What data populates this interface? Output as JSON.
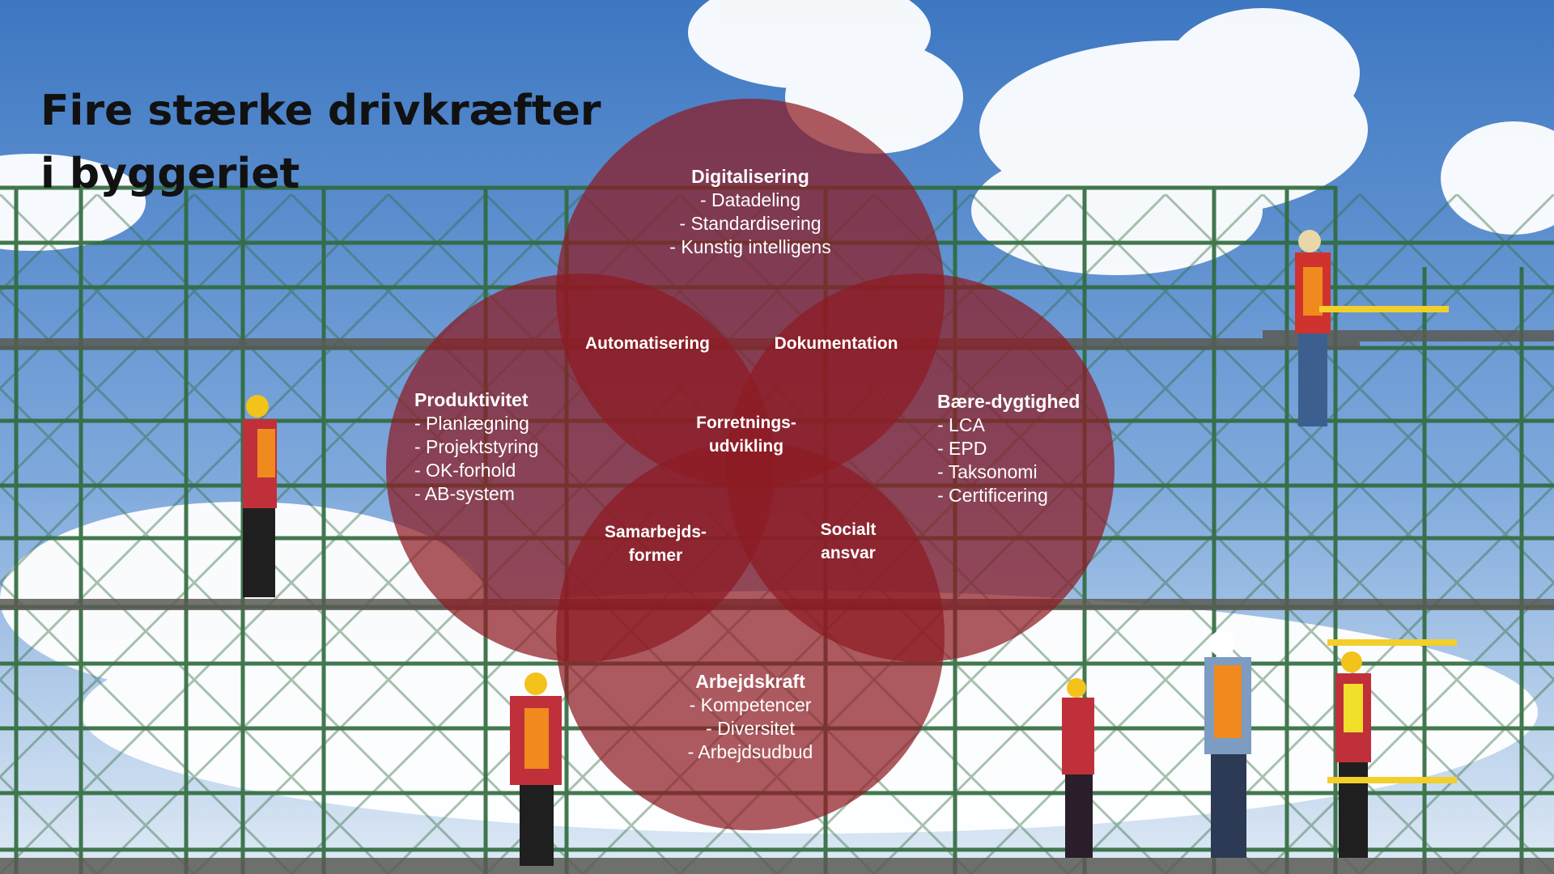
{
  "slide": {
    "title": "Fire stærke drivkræfter i byggeriet"
  },
  "colors": {
    "circle_fill": "#8e1b22",
    "sky_top": "#3d77c2",
    "sky_bottom": "#cfe1f3",
    "scaffold": "#2f6a3c"
  },
  "diagram": {
    "digitalisering": {
      "title": "Digitalisering",
      "items": [
        "- Datadeling",
        "- Standardisering",
        "- Kunstig intelligens"
      ]
    },
    "produktivitet": {
      "title": "Produktivitet",
      "items": [
        "- Planlægning",
        "- Projektstyring",
        "- OK-forhold",
        "- AB-system"
      ]
    },
    "baeredygtighed": {
      "title": "Bære-dygtighed",
      "items": [
        "- LCA",
        "- EPD",
        "- Taksonomi",
        "- Certificering"
      ]
    },
    "arbejdskraft": {
      "title": "Arbejdskraft",
      "items": [
        "- Kompetencer",
        "- Diversitet",
        "- Arbejdsudbud"
      ]
    },
    "overlaps": {
      "automatisering": "Automatisering",
      "dokumentation": "Dokumentation",
      "forretning_1": "Forretnings-",
      "forretning_2": "udvikling",
      "samarbejd_1": "Samarbejds-",
      "samarbejd_2": "former",
      "socialt_1": "Socialt",
      "socialt_2": "ansvar"
    }
  }
}
